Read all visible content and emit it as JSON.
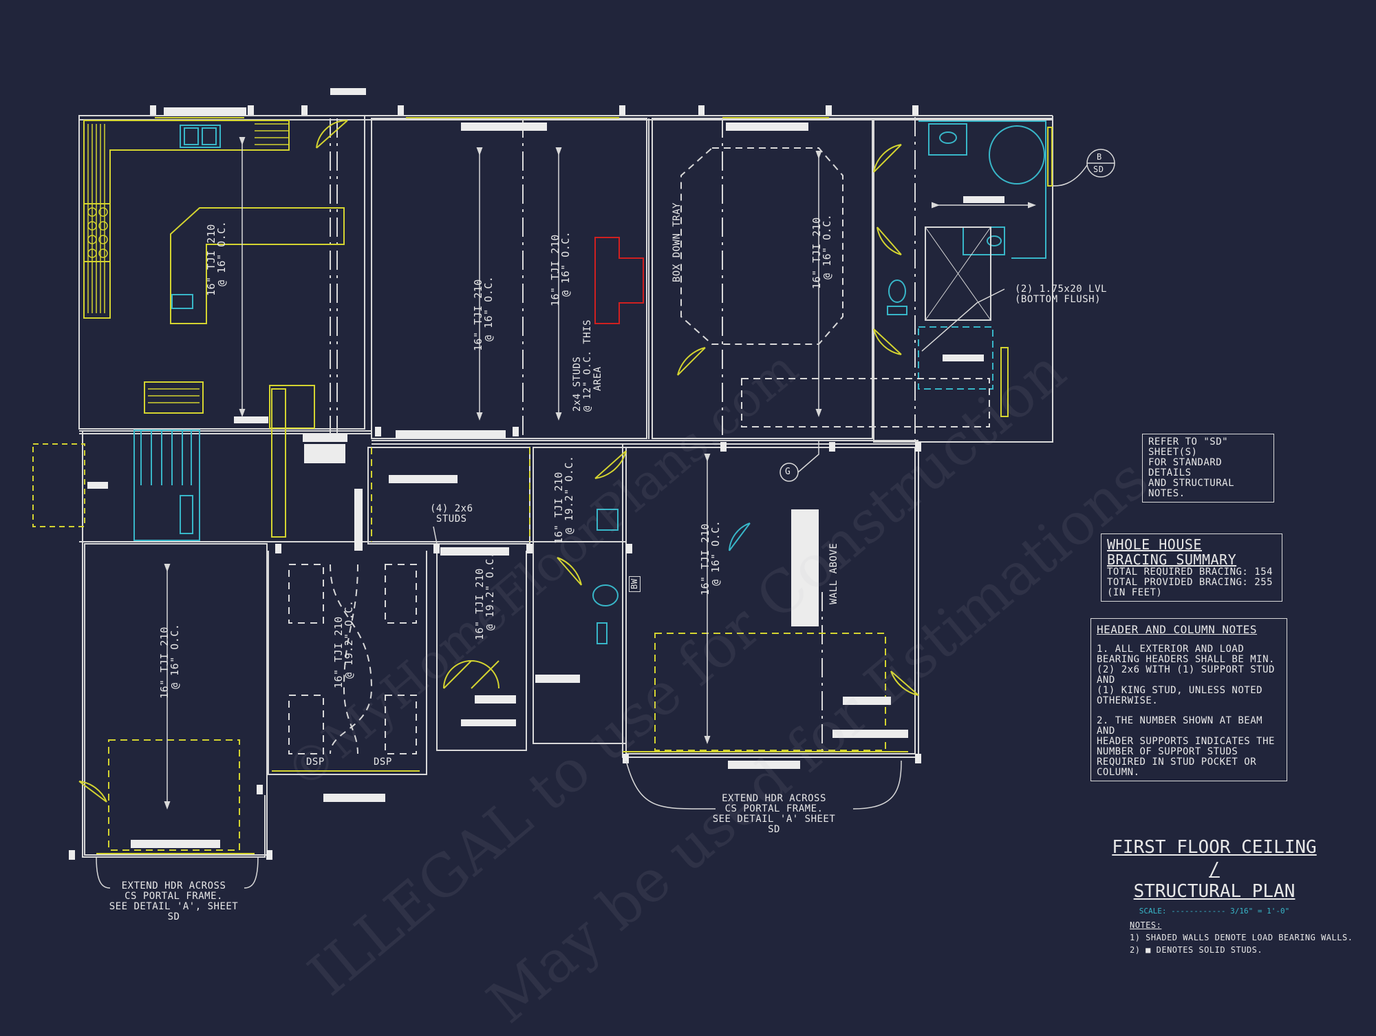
{
  "title": {
    "line1": "FIRST FLOOR CEILING /",
    "line2": "STRUCTURAL PLAN",
    "scale": "SCALE: ------------ 3/16\" = 1'-0\""
  },
  "refer_note": [
    "REFER TO \"SD\" SHEET(S)",
    "FOR STANDARD DETAILS",
    "AND STRUCTURAL NOTES."
  ],
  "bracing": {
    "heading1": "WHOLE HOUSE",
    "heading2": "BRACING SUMMARY",
    "required": "TOTAL REQUIRED BRACING: 154",
    "provided": "TOTAL PROVIDED BRACING: 255",
    "unit": "(IN FEET)"
  },
  "header_notes": {
    "heading": "HEADER AND COLUMN NOTES",
    "note1": [
      "1. ALL EXTERIOR AND LOAD",
      "BEARING HEADERS SHALL BE MIN.",
      "(2) 2x6 WITH (1) SUPPORT STUD AND",
      "(1) KING STUD, UNLESS NOTED",
      "OTHERWISE."
    ],
    "note2": [
      "2. THE NUMBER SHOWN AT BEAM AND",
      "HEADER SUPPORTS INDICATES THE",
      "NUMBER OF SUPPORT STUDS",
      "REQUIRED IN STUD POCKET OR",
      "COLUMN."
    ]
  },
  "notes": {
    "heading": "NOTES:",
    "item1": "1) SHADED WALLS DENOTE LOAD BEARING WALLS.",
    "item2": "2) ■ DENOTES SOLID STUDS."
  },
  "joists": {
    "kitchen": [
      "16\" TJI 210",
      "@ 16\" O.C."
    ],
    "family": [
      "16\" TJI 210",
      "@ 16\" O.C."
    ],
    "great": [
      "16\" TJI 210",
      "@ 16\" O.C."
    ],
    "master": [
      "16\" TJI 210",
      "@ 16\" O.C."
    ],
    "garage": [
      "16\" TJI 210",
      "@ 16\" O.C."
    ],
    "bay": [
      "16\" TJI 210",
      "@ 19.2\" O.C."
    ],
    "hall": [
      "16\" TJI 210",
      "@ 19.2\" O.C."
    ],
    "laundry": [
      "16\" TJI 210",
      "@ 19.2\" O.C."
    ],
    "den": [
      "16\" TJI 210",
      "@ 16\" O.C."
    ]
  },
  "labels": {
    "studs_area": [
      "2x4 STUDS",
      "@ 12\" O.C. THIS",
      "AREA"
    ],
    "box_tray": "BOX DOWN TRAY",
    "lvl": [
      "(2) 1.75x20 LVL",
      "(BOTTOM FLUSH)"
    ],
    "studs2x6": [
      "(4) 2x6",
      "STUDS"
    ],
    "wall_above": "WALL ABOVE",
    "bw": "BW",
    "dsp1": "DSP",
    "dsp2": "DSP",
    "grid_g": "G",
    "tag_b": "B",
    "tag_sd": "SD"
  },
  "extend_notes": {
    "left": [
      "EXTEND HDR ACROSS",
      "CS PORTAL FRAME.",
      "SEE DETAIL 'A', SHEET SD"
    ],
    "right": [
      "EXTEND HDR ACROSS",
      "CS PORTAL FRAME.",
      "SEE DETAIL 'A' SHEET SD"
    ]
  },
  "watermark": {
    "line1": "©MyHomeFloorPlans.com",
    "line2": "ILLEGAL to use for Construction",
    "line3": "May be used for Estimations"
  },
  "colors": {
    "wall": "#d9d9d9",
    "fixture": "#d4d430",
    "cyan": "#38b6c8",
    "red": "#d02020",
    "bg": "#21253b"
  }
}
